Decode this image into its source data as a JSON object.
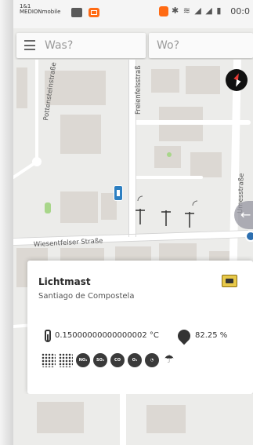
{
  "status_bar": {
    "carrier_line1": "1&1",
    "carrier_line2": "MEDIONmobile",
    "time": "00:0"
  },
  "search": {
    "what_placeholder": "Was?",
    "where_placeholder": "Wo?"
  },
  "map": {
    "streets": {
      "pottensteinstrasse": "Pottensteinstraße",
      "freienfelsstrasse": "Freienfelsstraß",
      "wiesentfelser": "Wiesentfelser Straße",
      "umesstrasse": "Umesstraße"
    }
  },
  "card": {
    "title": "Lichtmast",
    "subtitle": "Santiago de Compostela",
    "temperature": "0.15000000000000002 °C",
    "humidity": "82.25 %",
    "sensors": [
      {
        "name": "pm10-icon",
        "label": ""
      },
      {
        "name": "pm25-icon",
        "label": ""
      },
      {
        "name": "no2-icon",
        "label": "NO₂"
      },
      {
        "name": "so2-icon",
        "label": "SO₂"
      },
      {
        "name": "co-icon",
        "label": "CO"
      },
      {
        "name": "o3-icon",
        "label": "O₃"
      },
      {
        "name": "noise-icon",
        "label": ""
      },
      {
        "name": "weather-icon",
        "label": ""
      }
    ]
  },
  "colors": {
    "accent": "#ff6a13",
    "map_background": "#ececea",
    "building": "#dcd8d3",
    "road": "#ffffff"
  }
}
